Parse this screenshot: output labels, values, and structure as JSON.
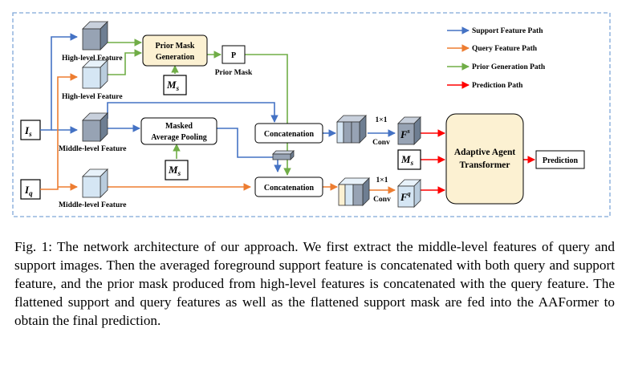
{
  "diagram": {
    "inputs": {
      "support": {
        "base": "I",
        "sub": "s"
      },
      "query": {
        "base": "I",
        "sub": "q"
      }
    },
    "feature_labels": {
      "high_1": "High-level Feature",
      "high_2": "High-level Feature",
      "middle_support": "Middle-level Feature",
      "middle_query": "Middle-level Feature"
    },
    "prior_mask_generation": [
      "Prior Mask",
      "Generation"
    ],
    "prior_box": "P",
    "prior_mask_label": "Prior Mask",
    "mask_input_top": {
      "base": "M",
      "sub": "s"
    },
    "masked_pooling": [
      "Masked",
      "Average Pooling"
    ],
    "mask_input_mid": {
      "base": "M",
      "sub": "s"
    },
    "concat_support": "Concatenation",
    "concat_query": "Concatenation",
    "conv_support": [
      "1×1",
      "Conv"
    ],
    "conv_query": [
      "1×1",
      "Conv"
    ],
    "feature_support": {
      "base": "F",
      "sup": "s"
    },
    "feature_query": {
      "base": "F",
      "sup": "q"
    },
    "mask_input_right": {
      "base": "M",
      "sub": "s"
    },
    "aaformer": [
      "Adaptive Agent",
      "Transformer"
    ],
    "prediction": "Prediction",
    "legend": [
      {
        "label": "Support Feature Path",
        "color": "#4472C4"
      },
      {
        "label": "Query Feature Path",
        "color": "#ED7D31"
      },
      {
        "label": "Prior Generation Path",
        "color": "#70AD47"
      },
      {
        "label": "Prediction Path",
        "color": "#FF0000"
      }
    ]
  },
  "caption": "Fig. 1: The network architecture of our approach. We first extract the middle-level features of query and support images. Then the averaged foreground support feature is concatenated with both query and support feature, and the prior mask produced from high-level features is concatenated with the query feature. The flattened support and query features as well as the flattened support mask are fed into the AAFormer to obtain the final prediction."
}
